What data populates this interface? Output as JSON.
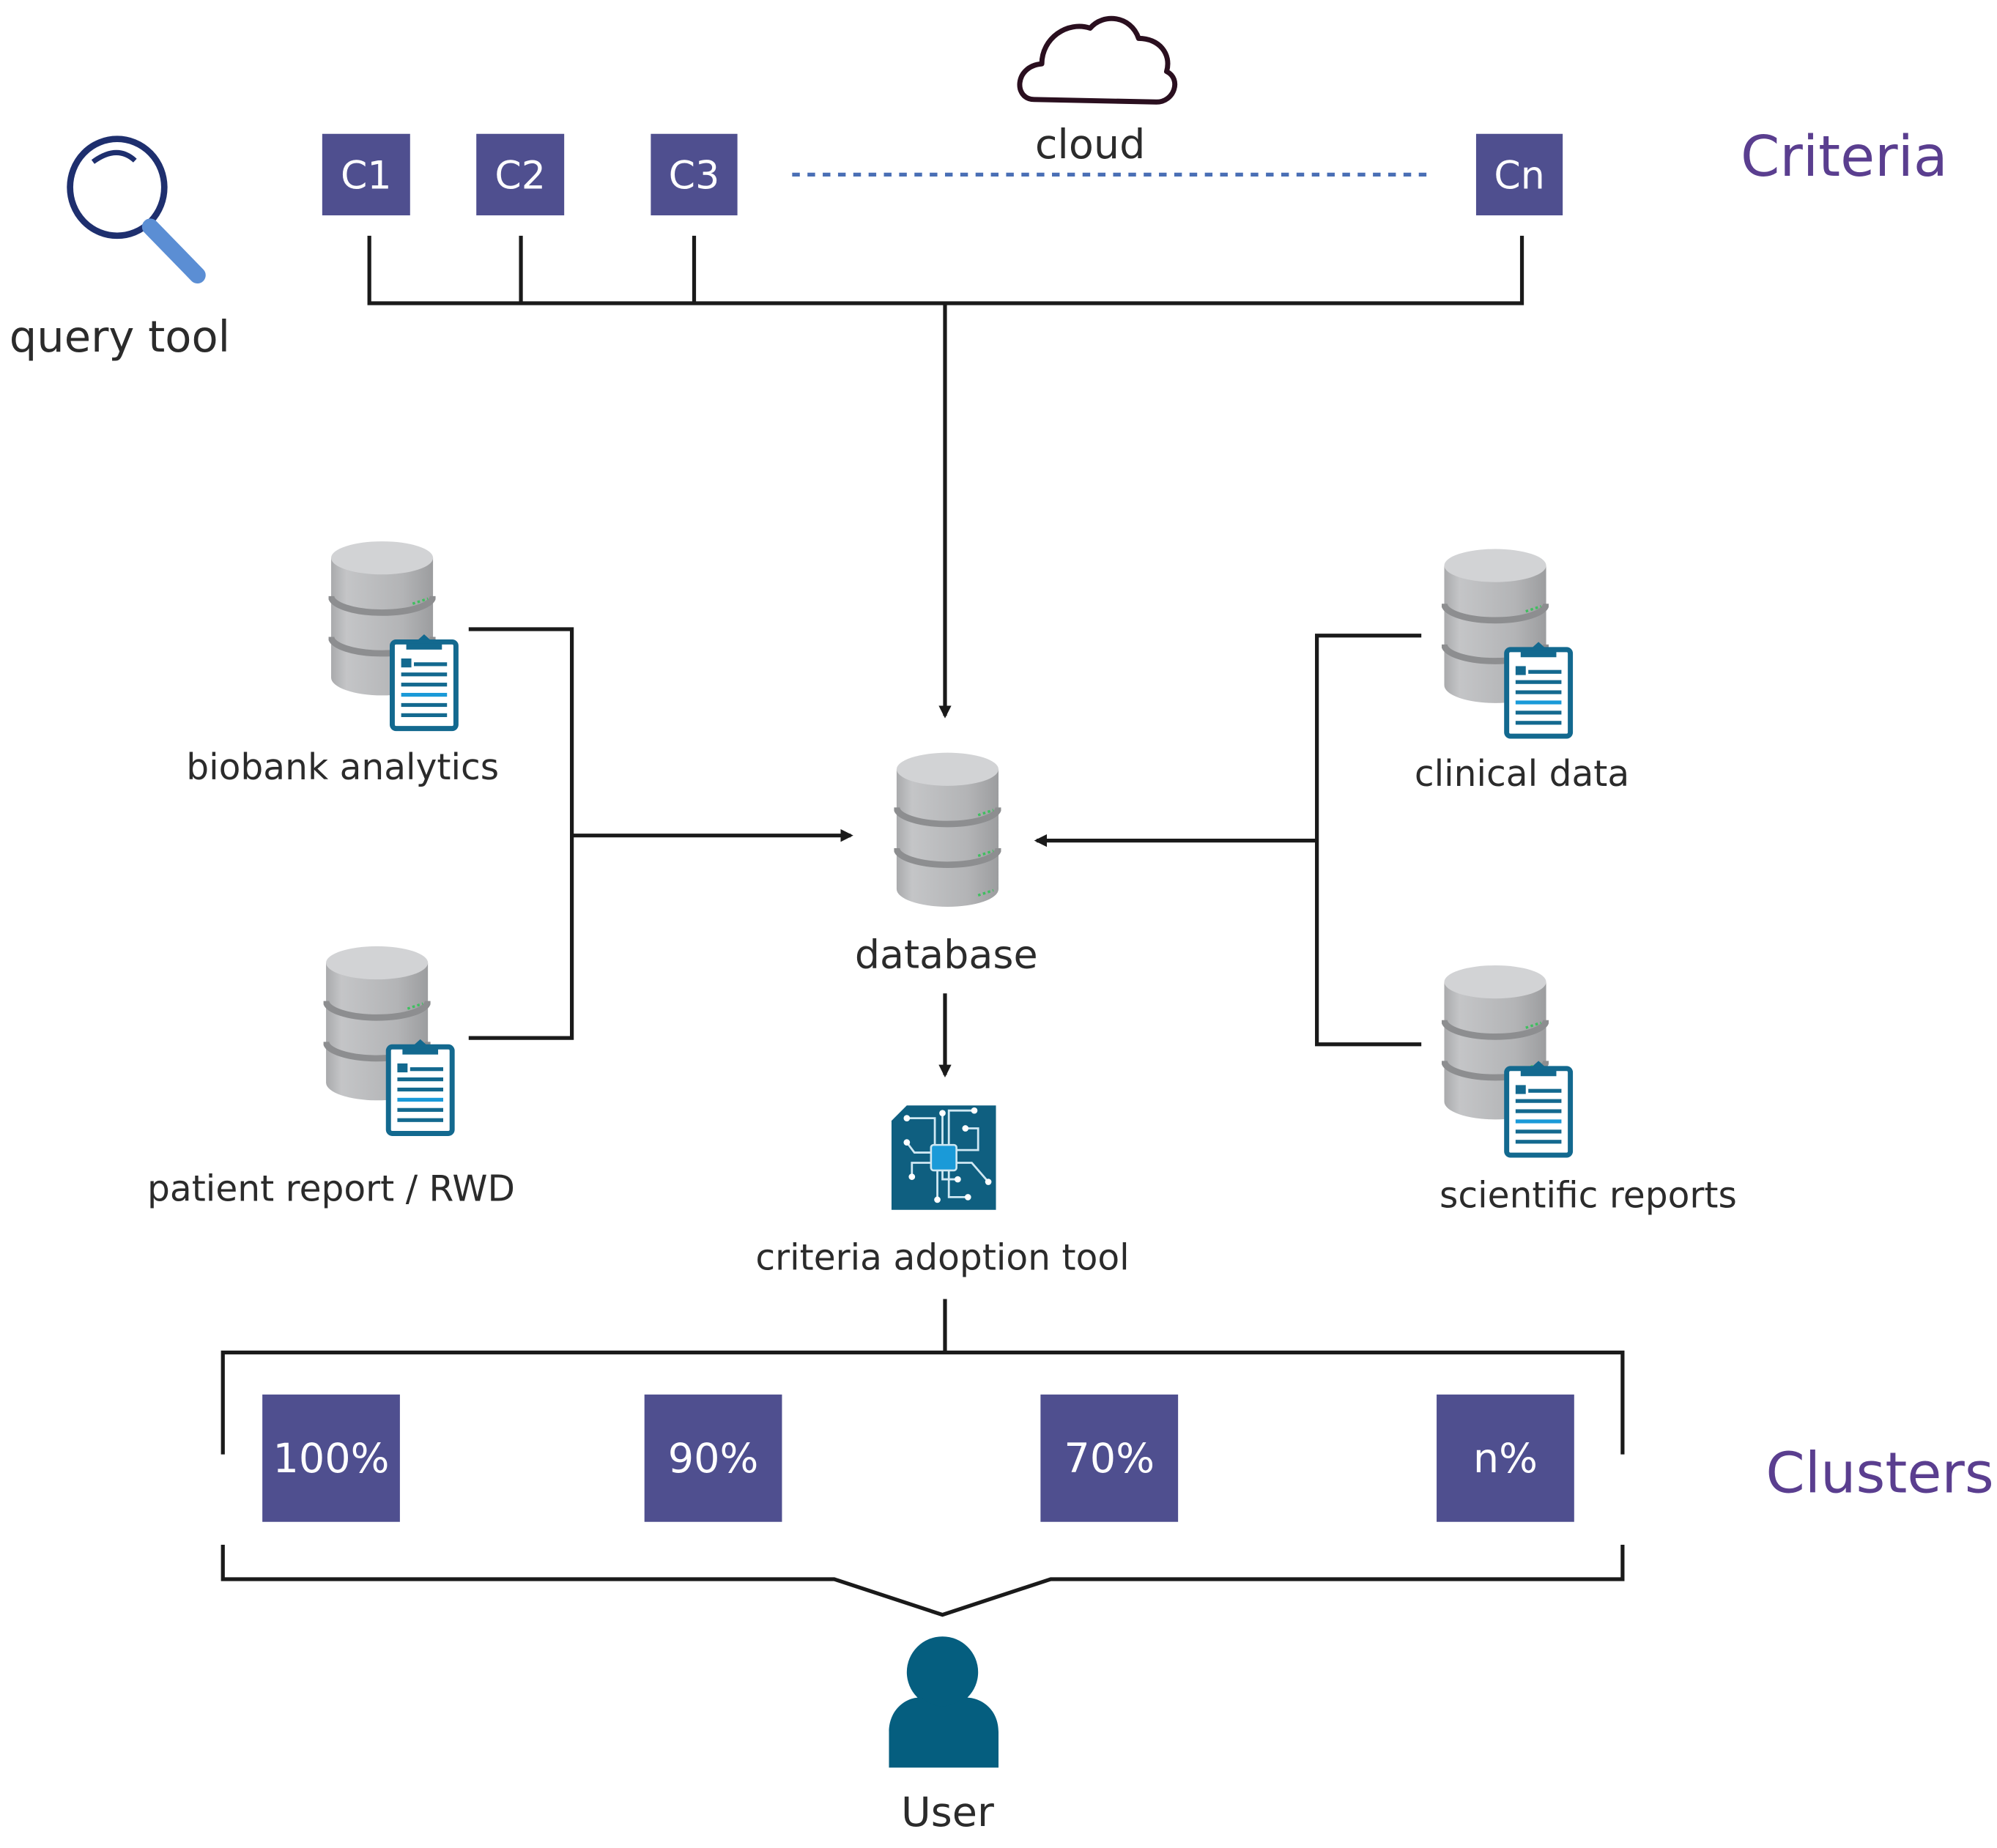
{
  "title": "Criteria adoption workflow",
  "colors": {
    "criteria_box": "#4f4f8f",
    "section_label": "#5a3e8f",
    "teal_icon": "#0f5f80",
    "magnifier_ring": "#1e2f6e",
    "magnifier_handle": "#5b8ed4",
    "dotted_line": "#4a6fb5",
    "chip_core": "#1a9ad8",
    "db_gray": "#b8b9bb"
  },
  "query_tool": {
    "label": "query tool",
    "icon": "magnifier-icon"
  },
  "cloud": {
    "label": "cloud",
    "icon": "cloud-icon"
  },
  "criteria": {
    "section_label": "Criteria",
    "items": [
      "C1",
      "C2",
      "C3",
      "Cn"
    ]
  },
  "sources": {
    "left": [
      {
        "label": "biobank analytics",
        "icon": "database-clipboard-icon"
      },
      {
        "label": "patient report / RWD",
        "icon": "database-clipboard-icon"
      }
    ],
    "right": [
      {
        "label": "clinical data",
        "icon": "database-clipboard-icon"
      },
      {
        "label": "scientific reports",
        "icon": "database-clipboard-icon"
      }
    ]
  },
  "database": {
    "label": "database",
    "icon": "database-icon"
  },
  "adoption_tool": {
    "label": "criteria adoption tool",
    "icon": "circuit-chip-icon"
  },
  "clusters": {
    "section_label": "Clusters",
    "items": [
      "100%",
      "90%",
      "70%",
      "n%"
    ]
  },
  "user": {
    "label": "User",
    "icon": "user-icon"
  }
}
